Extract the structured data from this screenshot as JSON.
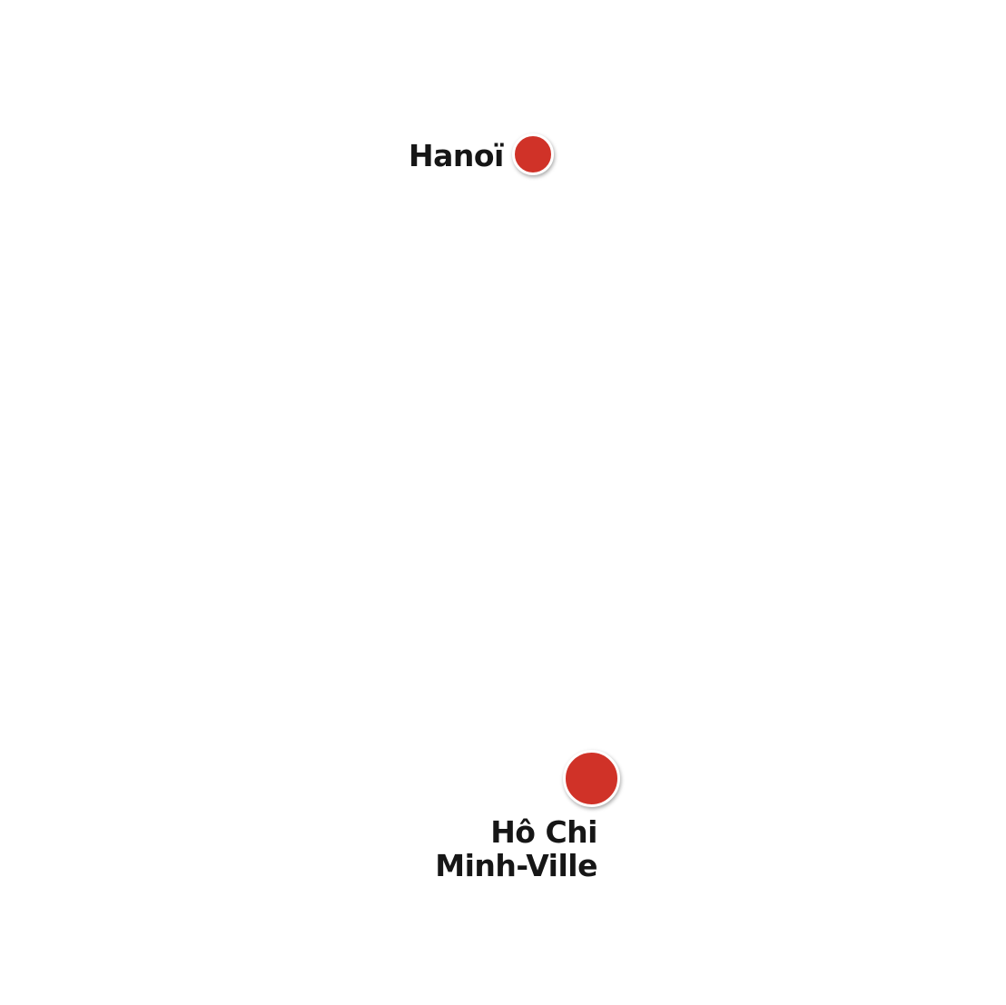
{
  "map": {
    "cities": [
      {
        "name": "Hanoï",
        "marker_color": "#d03228"
      },
      {
        "name_line1": "Hô Chi",
        "name_line2": "Minh-Ville",
        "marker_color": "#d03228"
      }
    ]
  }
}
